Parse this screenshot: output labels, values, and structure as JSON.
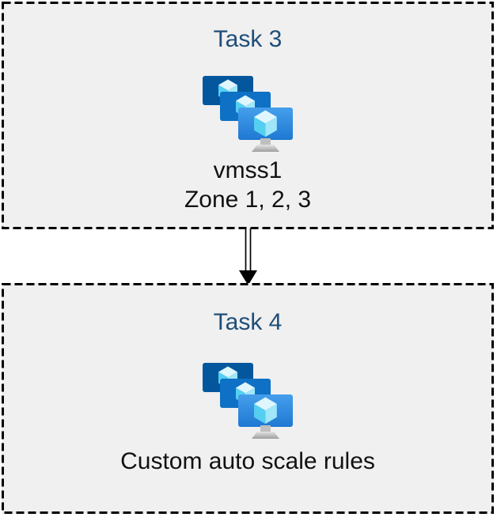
{
  "diagram": {
    "canvas_bg": "#ffffff",
    "box_style": {
      "fill": "#f0f0f0",
      "border_color": "#000000",
      "border_style": "dashed"
    },
    "title_color": "#1f4e79",
    "label_color": "#111111",
    "tasks": [
      {
        "title": "Task 3",
        "icon": "vm-scale-sets-icon",
        "labels": [
          "vmss1",
          "Zone 1, 2, 3"
        ]
      },
      {
        "title": "Task 4",
        "icon": "vm-scale-sets-icon",
        "labels": [
          "Custom auto scale rules"
        ]
      }
    ],
    "connector": {
      "shape": "double-line-arrow",
      "direction": "down",
      "color": "#000000"
    },
    "icon_colors": {
      "monitor_back": "#04579d",
      "monitor_middle": "#0e71c5",
      "monitor_front_top": "#459fec",
      "monitor_front_bottom": "#1f78d2",
      "cube_top": "#dff6fe",
      "cube_left": "#55cff0",
      "cube_right": "#9fe7f9",
      "stand": "#bfbfbf"
    }
  }
}
